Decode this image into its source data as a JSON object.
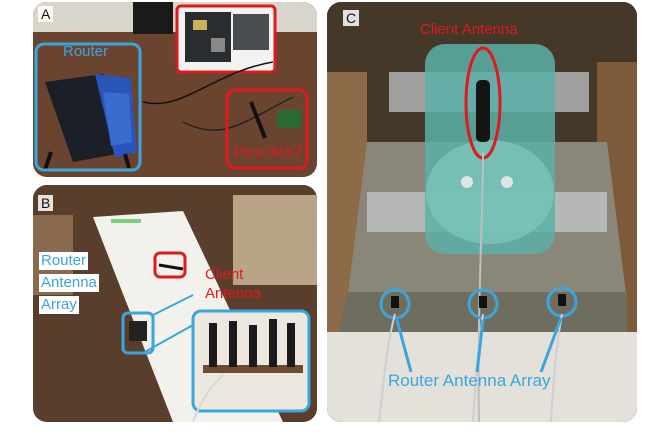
{
  "panel_a": {
    "letter": "A",
    "router_label": "Router",
    "device_label": "Pico IMX7"
  },
  "panel_b": {
    "letter": "B",
    "router_label_lines": [
      "Router",
      "Antenna",
      "Array"
    ],
    "client_label_lines": [
      "Client",
      "Antenna"
    ]
  },
  "panel_c": {
    "letter": "C",
    "client_label": "Client Antenna",
    "router_label": "Router Antenna Array"
  },
  "colors": {
    "blue": "#3aa6dd",
    "red": "#e0191e"
  }
}
